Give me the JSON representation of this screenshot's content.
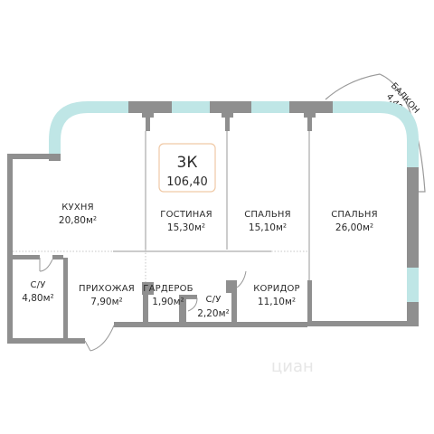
{
  "apartment": {
    "type": "3К",
    "area": "106,40"
  },
  "rooms": {
    "kitchen": {
      "label": "КУХНЯ",
      "area": "20,80м²"
    },
    "living": {
      "label": "ГОСТИНАЯ",
      "area": "15,30м²"
    },
    "bedroom1": {
      "label": "СПАЛЬНЯ",
      "area": "15,10м²"
    },
    "bedroom2": {
      "label": "СПАЛЬНЯ",
      "area": "26,00м²"
    },
    "bath1": {
      "label": "С/У",
      "area": "4,80м²"
    },
    "hall": {
      "label": "ПРИХОЖАЯ",
      "area": "7,90м²"
    },
    "wardrobe": {
      "label": "ГАРДЕРОБ",
      "area": "1,90м²"
    },
    "bath2": {
      "label": "С/У",
      "area": "2,20м²"
    },
    "corridor": {
      "label": "КОРИДОР",
      "area": "11,10м²"
    }
  },
  "balcony": {
    "label": "БАЛКОН",
    "area": "4,40м²"
  },
  "watermark": "циан",
  "colors": {
    "wall": "#8f8f8f",
    "window": "#bfe6e6",
    "badge_border": "#f0c9a6"
  }
}
